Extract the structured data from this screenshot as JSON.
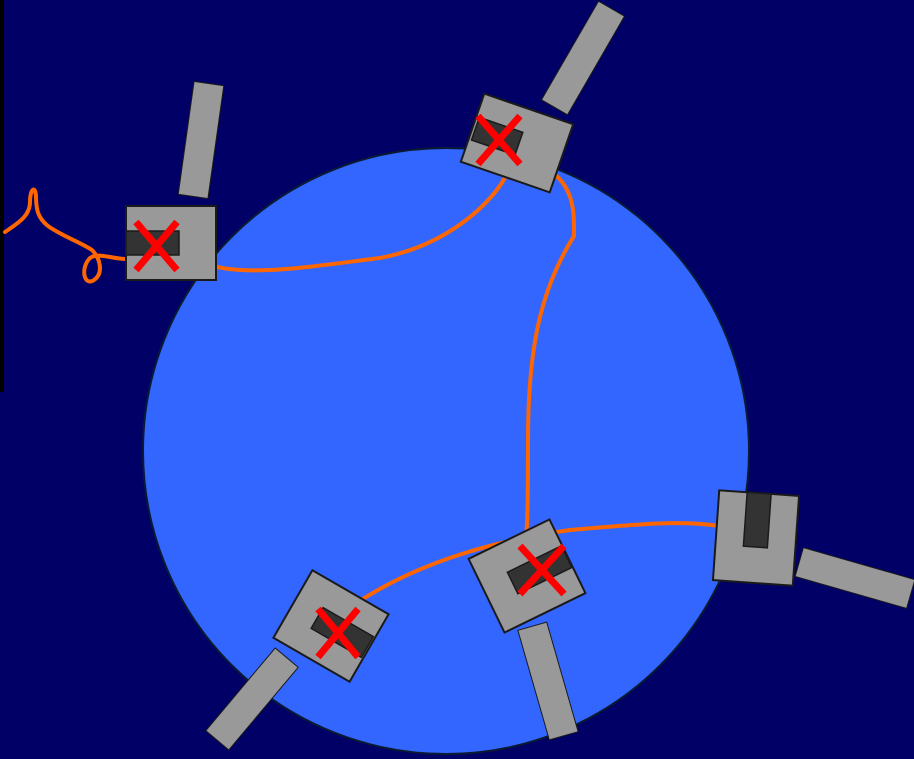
{
  "colors": {
    "background": "#000066",
    "planet": "#3366FF",
    "planet_outline": "#0A1A33",
    "node_body": "#999999",
    "node_outline": "#1A1A1A",
    "node_slot": "#333333",
    "arm": "#999999",
    "link": "#FF6600",
    "failed_mark": "#FF0000"
  },
  "diagram": {
    "nodes": [
      {
        "id": "node-upper-left",
        "status": "failed"
      },
      {
        "id": "node-top",
        "status": "failed"
      },
      {
        "id": "node-right",
        "status": "active"
      },
      {
        "id": "node-bottom-center",
        "status": "failed"
      },
      {
        "id": "node-bottom-left",
        "status": "failed"
      }
    ],
    "links": [
      {
        "from": "node-upper-left",
        "to": "node-top"
      },
      {
        "from": "node-top",
        "to": "node-bottom-center"
      },
      {
        "from": "node-bottom-left",
        "to": "node-right"
      }
    ],
    "icons": {
      "failed_mark": "x-mark-icon",
      "tether": "tether-icon"
    }
  }
}
